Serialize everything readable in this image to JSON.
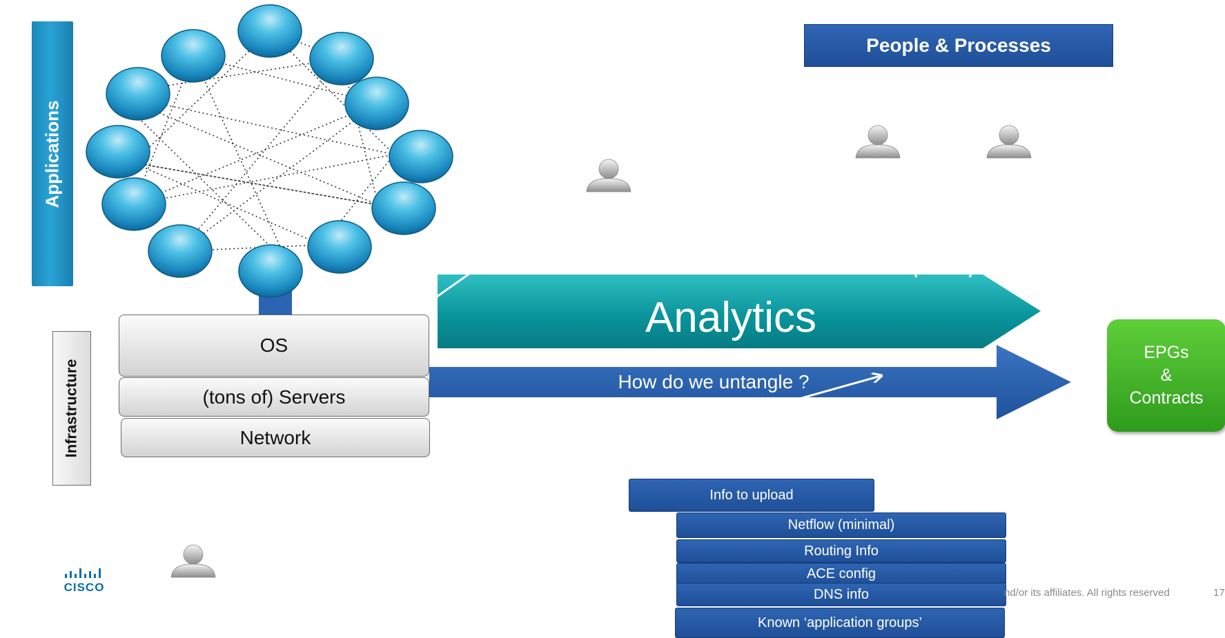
{
  "labels": {
    "applications": "Applications",
    "infrastructure": "Infrastructure"
  },
  "stack": {
    "os": "OS",
    "servers": "(tons of) Servers",
    "network": "Network"
  },
  "people_processes": "People & Processes",
  "analytics": "Analytics",
  "untangle": "How do we untangle ?",
  "epg": {
    "line1": "EPGs",
    "line2": "&",
    "line3": "Contracts"
  },
  "info": {
    "header": "Info to upload",
    "items": [
      "Netflow (minimal)",
      "Routing Info",
      "ACE config",
      "DNS info",
      "Known ‘application groups’"
    ]
  },
  "footer": {
    "copyright": "nd/or its affiliates. All rights reserved",
    "page_number": "17",
    "logo_text": "CISCO"
  },
  "colors": {
    "app_node": "#1f95c9",
    "analytics_teal": "#0e9aa2",
    "untangle_blue": "#2a62b0",
    "info_blue": "#2557a5",
    "epg_green": "#3db52a"
  },
  "icons": [
    "person-icon",
    "app-node-icon",
    "cisco-logo-icon"
  ]
}
